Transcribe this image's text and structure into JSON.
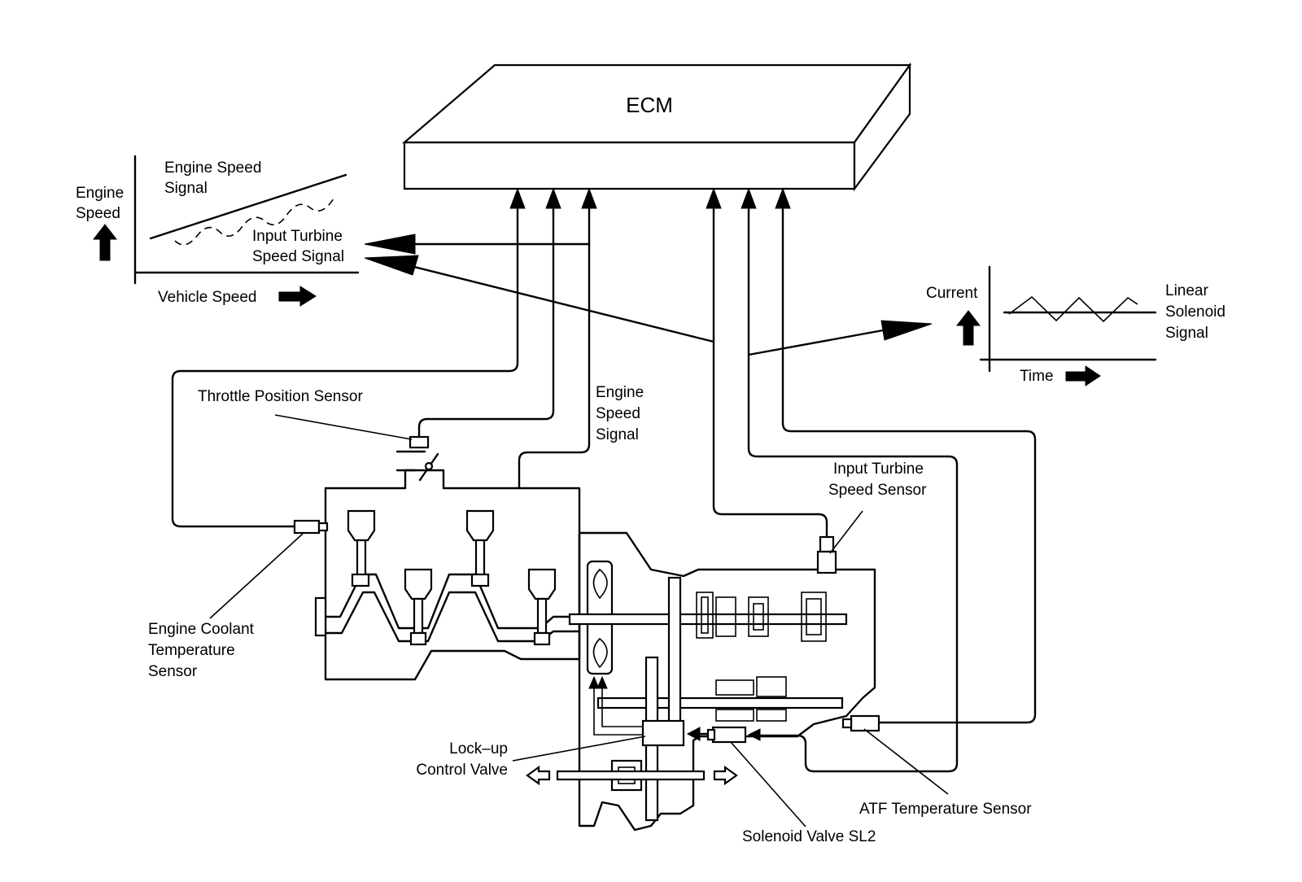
{
  "ecm": {
    "label": "ECM"
  },
  "graph_engine": {
    "y_label_1": "Engine",
    "y_label_2": "Speed",
    "line_label_1": "Engine Speed",
    "line_label_2": "Signal",
    "wave_label_1": "Input Turbine",
    "wave_label_2": "Speed Signal",
    "x_label": "Vehicle Speed"
  },
  "graph_solenoid": {
    "y_label": "Current",
    "x_label": "Time",
    "signal_label_1": "Linear",
    "signal_label_2": "Solenoid",
    "signal_label_3": "Signal"
  },
  "labels": {
    "throttle_position_sensor": "Throttle Position Sensor",
    "engine_speed_signal_1": "Engine",
    "engine_speed_signal_2": "Speed",
    "engine_speed_signal_3": "Signal",
    "input_turbine_sensor_1": "Input Turbine",
    "input_turbine_sensor_2": "Speed Sensor",
    "coolant_1": "Engine Coolant",
    "coolant_2": "Temperature",
    "coolant_3": "Sensor",
    "lockup_1": "Lock–up",
    "lockup_2": "Control Valve",
    "atf_sensor": "ATF Temperature Sensor",
    "solenoid_sl2": "Solenoid Valve SL2"
  }
}
